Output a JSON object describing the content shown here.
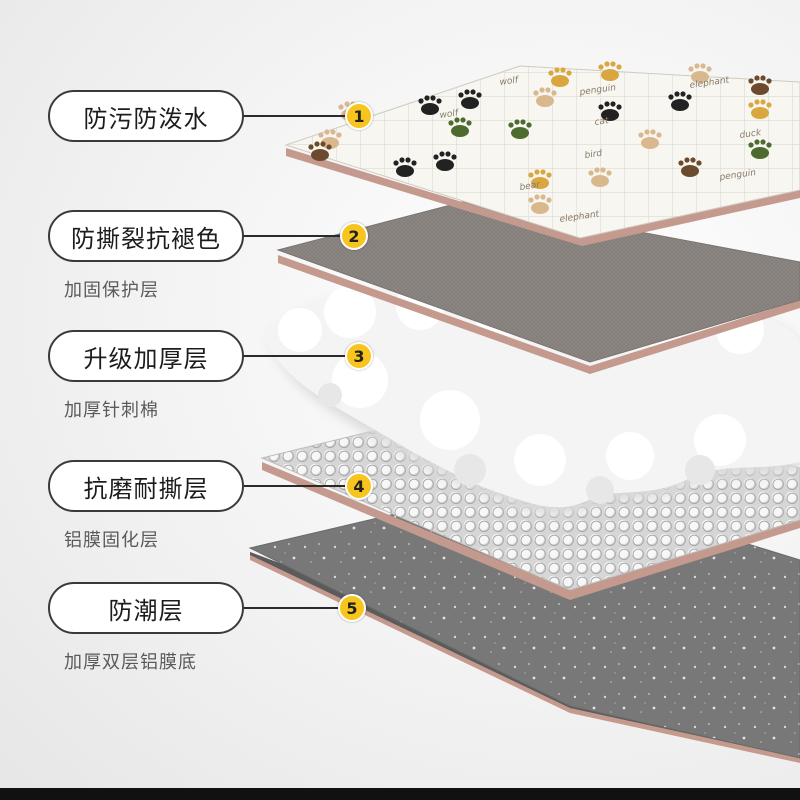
{
  "layers": [
    {
      "number": "1",
      "title": "防污防泼水",
      "subtitle": ""
    },
    {
      "number": "2",
      "title": "防撕裂抗褪色",
      "subtitle": "加固保护层"
    },
    {
      "number": "3",
      "title": "升级加厚层",
      "subtitle": "加厚针刺棉"
    },
    {
      "number": "4",
      "title": "抗磨耐撕层",
      "subtitle": "铝膜固化层"
    },
    {
      "number": "5",
      "title": "防潮层",
      "subtitle": "加厚双层铝膜底"
    }
  ],
  "print_words": [
    "penguin",
    "elephant",
    "wolf",
    "cat",
    "duck",
    "bird",
    "bear"
  ],
  "colors": {
    "badge": "#f7c51e",
    "pill_border": "#3a3a3a",
    "layer_top": "#f6f4ee",
    "layer_fabric": "#8f8a87",
    "layer_edge": "#c49a8f",
    "foil": "#d9d9d9",
    "bottom": "#7a7a7a"
  }
}
